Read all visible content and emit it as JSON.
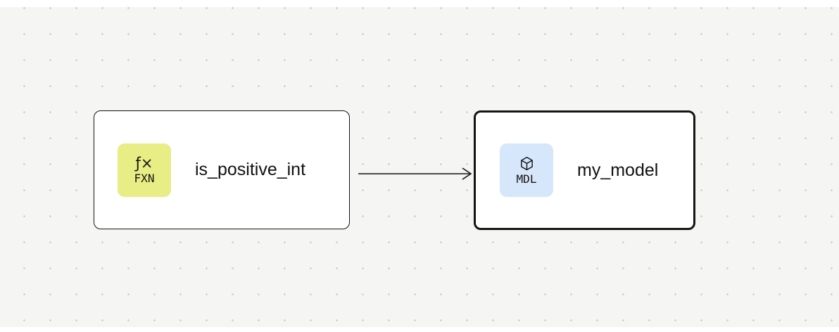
{
  "canvas": {
    "background": "#f5f5f3",
    "dot_color": "#cfcfcd"
  },
  "nodes": [
    {
      "id": "is_positive_int",
      "label": "is_positive_int",
      "type": "function",
      "badge": {
        "glyph": "ƒ×",
        "text": "FXN",
        "bg": "#e8ed85",
        "icon": "function-icon"
      },
      "selected": false
    },
    {
      "id": "my_model",
      "label": "my_model",
      "type": "model",
      "badge": {
        "text": "MDL",
        "bg": "#d6e7fb",
        "icon": "cube-icon"
      },
      "selected": true
    }
  ],
  "edges": [
    {
      "from": "is_positive_int",
      "to": "my_model"
    }
  ]
}
